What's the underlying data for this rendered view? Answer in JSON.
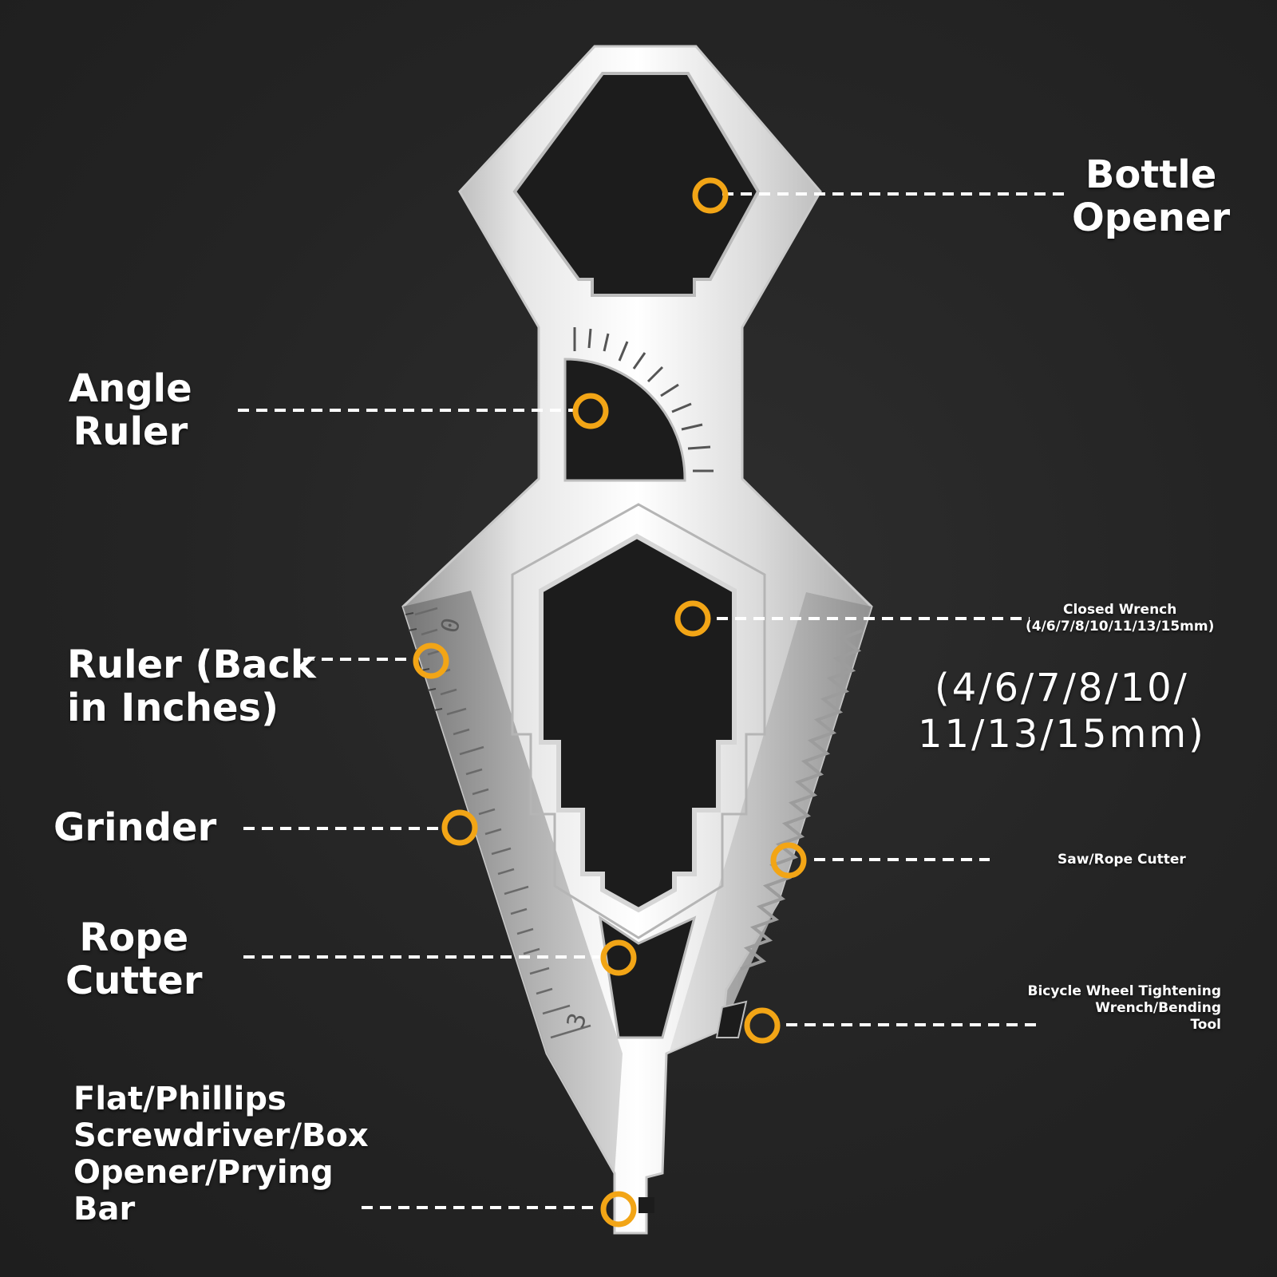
{
  "colors": {
    "background": "#262626",
    "marker": "#f2a516",
    "leader": "#ffffff",
    "text": "#ffffff",
    "steel_light": "#f2f2f2",
    "steel_dark": "#8c8c8c"
  },
  "labels": {
    "bottle_opener": "Bottle\nOpener",
    "angle_ruler": "Angle\nRuler",
    "ruler": "Ruler (Back\nin Inches)",
    "grinder": "Grinder",
    "rope_cutter": "Rope\nCutter",
    "screwdriver": "Flat/Phillips\nScrewdriver/Box\nOpener/Prying\nBar",
    "closed_wrench": "Closed Wrench\n(4/6/7/8/10/11/13/15mm)",
    "wrench_sizes": "(4/6/7/8/10/\n11/13/15mm)",
    "saw_rope_cutter": "Saw/Rope Cutter",
    "bicycle_wrench": "Bicycle Wheel Tightening Wrench/Bending\nTool"
  },
  "ruler_marks": {
    "start": "0",
    "end": "3"
  }
}
